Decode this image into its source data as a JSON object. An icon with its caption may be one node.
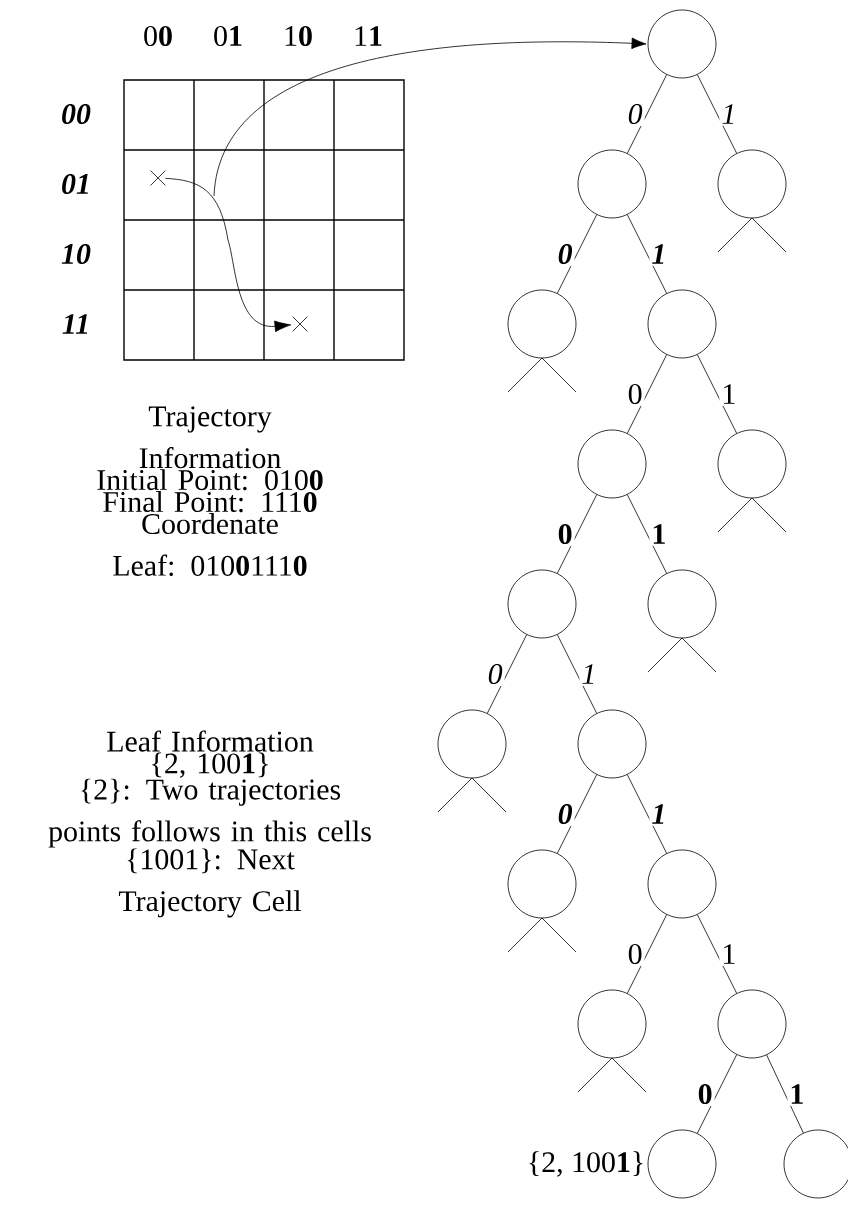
{
  "diagram": {
    "nodes": [
      {
        "text": [],
        "shape": "cross"
      },
      {
        "text": [],
        "shape": "cross"
      },
      {
        "text": [],
        "shape": "circle"
      },
      {
        "text": [],
        "shape": "circle"
      },
      {
        "text": [],
        "shape": "circle"
      },
      {
        "text": [],
        "shape": "circle"
      },
      {
        "text": [],
        "shape": "circle"
      },
      {
        "text": [],
        "shape": "circle"
      },
      {
        "text": [],
        "shape": "circle"
      },
      {
        "text": [],
        "shape": "circle"
      },
      {
        "text": [],
        "shape": "circle"
      },
      {
        "text": [],
        "shape": "circle"
      },
      {
        "text": [],
        "shape": "circle"
      },
      {
        "text": [],
        "shape": "circle"
      },
      {
        "text": [],
        "shape": "circle"
      },
      {
        "text": [],
        "shape": "circle"
      },
      {
        "text": [],
        "shape": "circle"
      },
      {
        "text": [],
        "shape": "circle",
        "beside": [
          "{2, 100**1**}"
        ]
      },
      {
        "text": [],
        "shape": "circle"
      }
    ],
    "edges": [
      {
        "from": 0,
        "to": 1,
        "arrow": "to"
      },
      {
        "from": null,
        "to": 2,
        "arrow": "to"
      },
      {
        "from": 2,
        "to": 3,
        "arrow": "none",
        "label": "0"
      },
      {
        "from": 2,
        "to": 4,
        "arrow": "none",
        "label": "1"
      },
      {
        "from": 3,
        "to": 5,
        "arrow": "none",
        "label": "0"
      },
      {
        "from": 3,
        "to": 6,
        "arrow": "none",
        "label": "1"
      },
      {
        "from": 6,
        "to": 7,
        "arrow": "none",
        "label": "0"
      },
      {
        "from": 6,
        "to": 8,
        "arrow": "none",
        "label": "1"
      },
      {
        "from": 7,
        "to": 9,
        "arrow": "none",
        "label": "0"
      },
      {
        "from": 7,
        "to": 10,
        "arrow": "none",
        "label": "1"
      },
      {
        "from": 9,
        "to": 11,
        "arrow": "none",
        "label": "0"
      },
      {
        "from": 9,
        "to": 12,
        "arrow": "none",
        "label": "1"
      },
      {
        "from": 12,
        "to": 13,
        "arrow": "none",
        "label": "0"
      },
      {
        "from": 12,
        "to": 14,
        "arrow": "none",
        "label": "1"
      },
      {
        "from": 14,
        "to": 15,
        "arrow": "none",
        "label": "0"
      },
      {
        "from": 14,
        "to": 16,
        "arrow": "none",
        "label": "1"
      },
      {
        "from": 16,
        "to": 17,
        "arrow": "none",
        "label": "0"
      },
      {
        "from": 16,
        "to": 18,
        "arrow": "none",
        "label": "1"
      }
    ],
    "labels": [
      "0**0**",
      "0**1**",
      "1**0**",
      "1**1**",
      "00",
      "01",
      "10",
      "11",
      "Trajectory Information",
      "Initial Point: 010**0**",
      "Final Point: 111**0**",
      "Coordenate Leaf: 010**0**111**0**",
      "Leaf Information",
      "{2, 100**1**}",
      "{2}: Two trajectories points follows in this cells",
      "{1001}: Next Trajectory Cell"
    ]
  }
}
